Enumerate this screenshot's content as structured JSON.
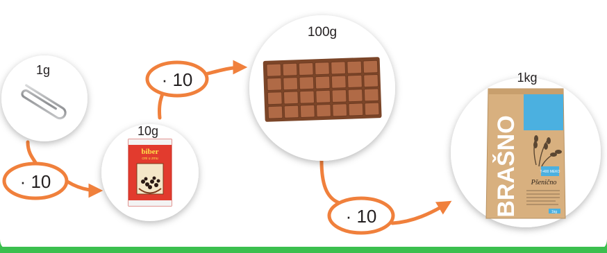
{
  "items": [
    {
      "id": "paperclip",
      "label": "1g"
    },
    {
      "id": "pepper-packet",
      "label": "10g",
      "packet": {
        "brand": "biber",
        "line2": "crni u zrnu"
      }
    },
    {
      "id": "chocolate-bar",
      "label": "100g"
    },
    {
      "id": "flour-bag",
      "label": "1kg",
      "bag": {
        "brand": "BRAŠNO",
        "variety": "Pšenično",
        "type": "T-400 MEKO",
        "weight": "1kg"
      }
    }
  ],
  "multipliers": [
    "· 10",
    "· 10",
    "· 10"
  ],
  "colors": {
    "arrow": "#f0803c",
    "circle_fill": "#ffffff",
    "bottom_band": "#3bbf4e",
    "text": "#231f20",
    "chocolate": "#9b5b3a",
    "flour_bag": "#d8b07f",
    "flour_band": "#4bb0e0",
    "packet_red": "#e23b2e"
  }
}
